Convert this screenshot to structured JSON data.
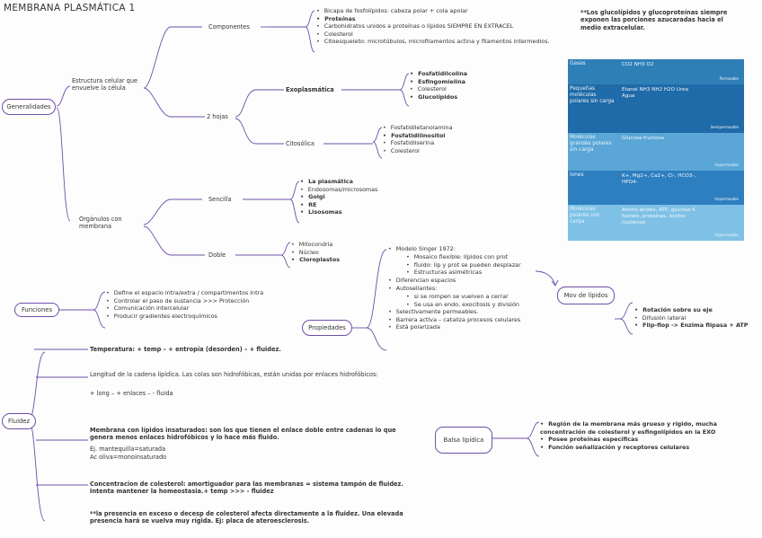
{
  "title": "MEMBRANA PLASMÁTICA 1",
  "note_top": "**Los glucolípidos y glucoproteínas siempre exponen las porciones azucaradas hacia el medio extracelular.",
  "nodes": {
    "generalidades": "Generalidades",
    "funciones": "Funciones",
    "propiedades": "Propiedades",
    "fluidez": "Fluidez",
    "mov_lipidos": "Mov de lípidos",
    "balsa": "Balsa lipídica"
  },
  "generalidades": {
    "estructura": "Estructura celular que envuelve la célula",
    "componentes": "Componentes",
    "componentes_items": [
      "Bicapa de fosfolípidos: cabeza polar + cola apolar",
      "Proteínas",
      "Carbohidratos unidos a proteínas o lípidos SIEMPRE EN EXTRACEL",
      "Colesterol",
      "Citoesqueleto: microtúbulos, microfilamentos actina y filamentos intermedios."
    ],
    "dos_hojas": "2 hojas",
    "exoplasmatica": "Exoplasmática",
    "exo_items": [
      "Fosfatidilcolina",
      "Esfingomielina",
      "Colesterol",
      "Glucolípidos"
    ],
    "citosolica": "Citosólica",
    "cito_items": [
      "Fosfatidiletanolamina",
      "Fosfatidilinositol",
      "Fosfatidilserina",
      "Colesterol"
    ],
    "organulos": "Orgánulos con membrana",
    "sencilla": "Sencilla",
    "sencilla_items": [
      "La plasmática",
      "Endosomas/microsomas",
      "Golgi",
      "RE",
      "Lisosomas"
    ],
    "doble": "Doble",
    "doble_items": [
      "Mitocondria",
      "Núcleo",
      "Cloroplastos"
    ]
  },
  "funciones_items": [
    "Define el espacio intra/extra / compartimentos intra",
    "Controlar el paso de sustancia >>> Protección",
    "Comunicación intercelular",
    "Producir gradientes electroquímicos"
  ],
  "propiedades": {
    "modelo": "Modelo Singer 1972:",
    "modelo_items": [
      "Mosaico flexible: lípidos con prot",
      "fluido: lip y prot se pueden desplazar",
      "Estructuras asimétricas"
    ],
    "diferencias": "Diferencian espacios",
    "autosellantes": "Autosellantes:",
    "auto_items": [
      "si se rompen se vuelven a cerrar",
      "Se usa en endo, exocitosis y división"
    ],
    "rest": [
      "Selectivamente permeables.",
      "Barrera activa – cataliza procesos celulares",
      "Está polarizada"
    ]
  },
  "mov_items": [
    "Rotación sobre su eje",
    "Difusión lateral",
    "Flip-flop -> Enzima flipasa + ATP"
  ],
  "fluidez": {
    "temp": "Temperatura: + temp – + entropía (desorden) – + fluidez.",
    "longitud": "Longitud de la cadena lipídica. Las colas son hidrofóbicas, están unidas por enlaces hidrofóbicos:",
    "longitud2": "+ long – + enlaces – - fluida",
    "insat": "Membrana con lípidos insaturados: son los que tienen el enlace doble entre cadenas lo que genera menos enlaces hidrofóbicos y lo hace más fluido.",
    "ej1": "Ej. mantequilla=saturada",
    "ej2": "Ac oliva=monoinsaturado",
    "colest": "Concentracion de colesterol: amortiguador para las membranas = sistema tampón de fluidez. Intenta mantener la homeostasia.+ temp >>> - fluidez",
    "nota": "**la presencia en exceso o decesp de colesterol afecta directamente a la fluidez. Una elevada presencia hará se vuelva muy rígida. Ej: placa de ateroesclerosis."
  },
  "balsa_items": [
    "Región de la membrana más grueso y rígido, mucha concentración de colesterol y esfingolípidos en la EXO",
    "Posee proteínas específicas",
    "Función señalización y receptores celulares"
  ],
  "table": {
    "rows": [
      {
        "label": "Gases",
        "mid": "CO2 NH3 O2",
        "tag": "Permeable"
      },
      {
        "label": "Pequeñas moléculas polares sin carga",
        "mid": "Etanol   NH3  NH2  H2O  Urea  Agua",
        "tag": "Semipermeable"
      },
      {
        "label": "Moléculas grandes polares sin carga",
        "mid": "Glucosa fructosa",
        "tag": "Impermeable"
      },
      {
        "label": "Iones",
        "mid": "K+, Mg2+, Ca2+, Cl-, HCO3-, HPO4-",
        "tag": "Impermeable"
      },
      {
        "label": "Moléculas polares con carga",
        "mid": "Amino ácidos, ATP, glucosa 6 fosfato, proteínas, ácidos nucleicos",
        "tag": "Impermeable"
      }
    ],
    "colors": [
      "#2f7fb7",
      "#1f6aa8",
      "#5aa6d6",
      "#2e7fc0",
      "#7fc1e6"
    ]
  }
}
